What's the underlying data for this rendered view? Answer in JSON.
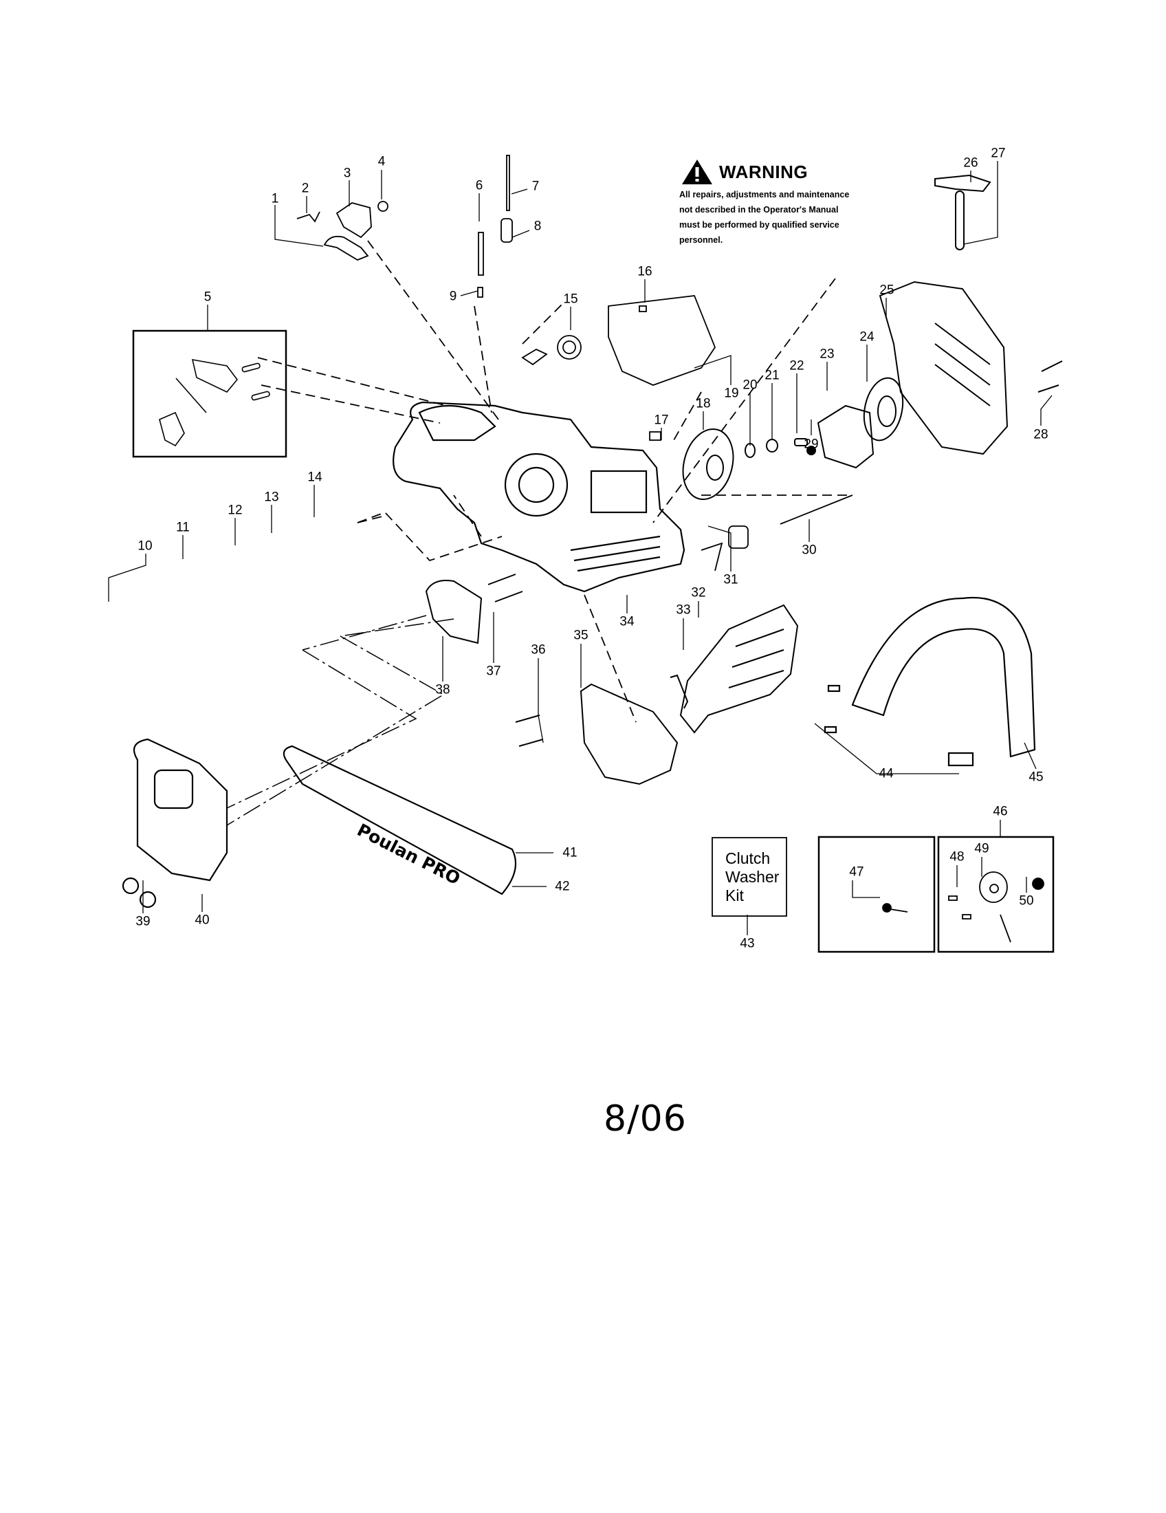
{
  "page": {
    "type": "exploded parts diagram",
    "date_code": "8/06"
  },
  "warning": {
    "icon": "warning-triangle-icon",
    "title": "WARNING",
    "lines": [
      "All repairs, adjustments and maintenance",
      "not described in the Operator's Manual",
      "must be performed by qualified service",
      "personnel."
    ]
  },
  "bar": {
    "brand_text": "Poulan PRO"
  },
  "kits": {
    "clutch_washer_kit": [
      "Clutch",
      "Washer",
      "Kit"
    ]
  },
  "callouts": [
    {
      "id": "1",
      "label": "1"
    },
    {
      "id": "2",
      "label": "2"
    },
    {
      "id": "3",
      "label": "3"
    },
    {
      "id": "4",
      "label": "4"
    },
    {
      "id": "5",
      "label": "5"
    },
    {
      "id": "6",
      "label": "6"
    },
    {
      "id": "7",
      "label": "7"
    },
    {
      "id": "8",
      "label": "8"
    },
    {
      "id": "9",
      "label": "9"
    },
    {
      "id": "10",
      "label": "10"
    },
    {
      "id": "11",
      "label": "11"
    },
    {
      "id": "12",
      "label": "12"
    },
    {
      "id": "13",
      "label": "13"
    },
    {
      "id": "14",
      "label": "14"
    },
    {
      "id": "15",
      "label": "15"
    },
    {
      "id": "16",
      "label": "16"
    },
    {
      "id": "17",
      "label": "17"
    },
    {
      "id": "18",
      "label": "18"
    },
    {
      "id": "19",
      "label": "19"
    },
    {
      "id": "20",
      "label": "20"
    },
    {
      "id": "21",
      "label": "21"
    },
    {
      "id": "22",
      "label": "22"
    },
    {
      "id": "23",
      "label": "23"
    },
    {
      "id": "24",
      "label": "24"
    },
    {
      "id": "25",
      "label": "25"
    },
    {
      "id": "26",
      "label": "26"
    },
    {
      "id": "27",
      "label": "27"
    },
    {
      "id": "28",
      "label": "28"
    },
    {
      "id": "29",
      "label": "29"
    },
    {
      "id": "30",
      "label": "30"
    },
    {
      "id": "31",
      "label": "31"
    },
    {
      "id": "32",
      "label": "32"
    },
    {
      "id": "33",
      "label": "33"
    },
    {
      "id": "34",
      "label": "34"
    },
    {
      "id": "35",
      "label": "35"
    },
    {
      "id": "36",
      "label": "36"
    },
    {
      "id": "37",
      "label": "37"
    },
    {
      "id": "38",
      "label": "38"
    },
    {
      "id": "39",
      "label": "39"
    },
    {
      "id": "40",
      "label": "40"
    },
    {
      "id": "41",
      "label": "41"
    },
    {
      "id": "42",
      "label": "42"
    },
    {
      "id": "43",
      "label": "43"
    },
    {
      "id": "44",
      "label": "44"
    },
    {
      "id": "45",
      "label": "45"
    },
    {
      "id": "46",
      "label": "46"
    },
    {
      "id": "47",
      "label": "47"
    },
    {
      "id": "48",
      "label": "48"
    },
    {
      "id": "49",
      "label": "49"
    },
    {
      "id": "50",
      "label": "50"
    }
  ]
}
